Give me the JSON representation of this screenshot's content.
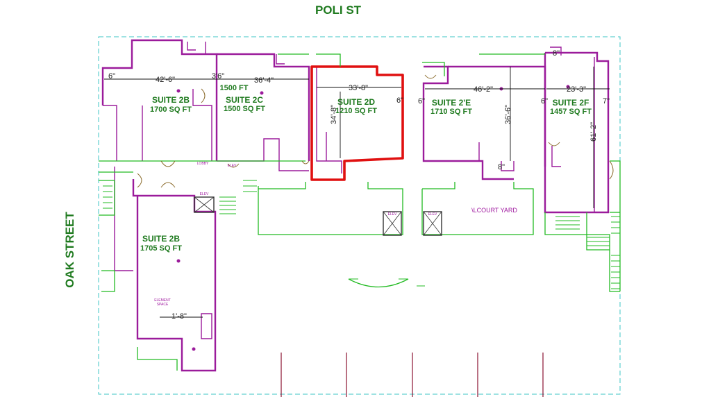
{
  "streets": {
    "north": "POLI ST",
    "west": "OAK STREET"
  },
  "suites": [
    {
      "name": "SUITE 2B",
      "area": "1700 SQ FT"
    },
    {
      "name": "SUITE 2C",
      "area": "1500 SQ FT"
    },
    {
      "name": "SUITE 2D",
      "area": "1210 SQ FT"
    },
    {
      "name": "SUITE 2'E",
      "area": "1710 SQ FT"
    },
    {
      "name": "SUITE 2F",
      "area": "1457 SQ FT"
    },
    {
      "name": "SUITE 2B",
      "area": "1705 SQ FT"
    }
  ],
  "dimensions": {
    "d_6_left": "6\"",
    "d_2b_width": "42'-6\"",
    "d_3_6": "3'6\"",
    "d_2c_width": "36'-4\"",
    "d_2d_width": "33'-8\"",
    "d_2d_depth": "34'-8\"",
    "d_6_2d": "6\"",
    "d_6_2e": "6\"",
    "d_2e_width": "46'-2\"",
    "d_2e_depth": "36'-6\"",
    "d_6_2f": "6\"",
    "d_2f_width": "23'-3\"",
    "d_7": "7\"",
    "d_2f_depth": "61'-2\"",
    "d_lower": "1'-8\"",
    "d_8a": "8\"",
    "d_8b": "8\""
  },
  "labels": {
    "courtyard": "\\LCOURT YARD",
    "sqft_note": "1500 FT",
    "lobby": "LOBBY",
    "elev_1": "ELEV",
    "elev_2": "ELEV",
    "elev_3": "ELEV",
    "elev_4": "ELEV",
    "basement_line1": "ELEMENT",
    "basement_line2": "SPACE"
  }
}
